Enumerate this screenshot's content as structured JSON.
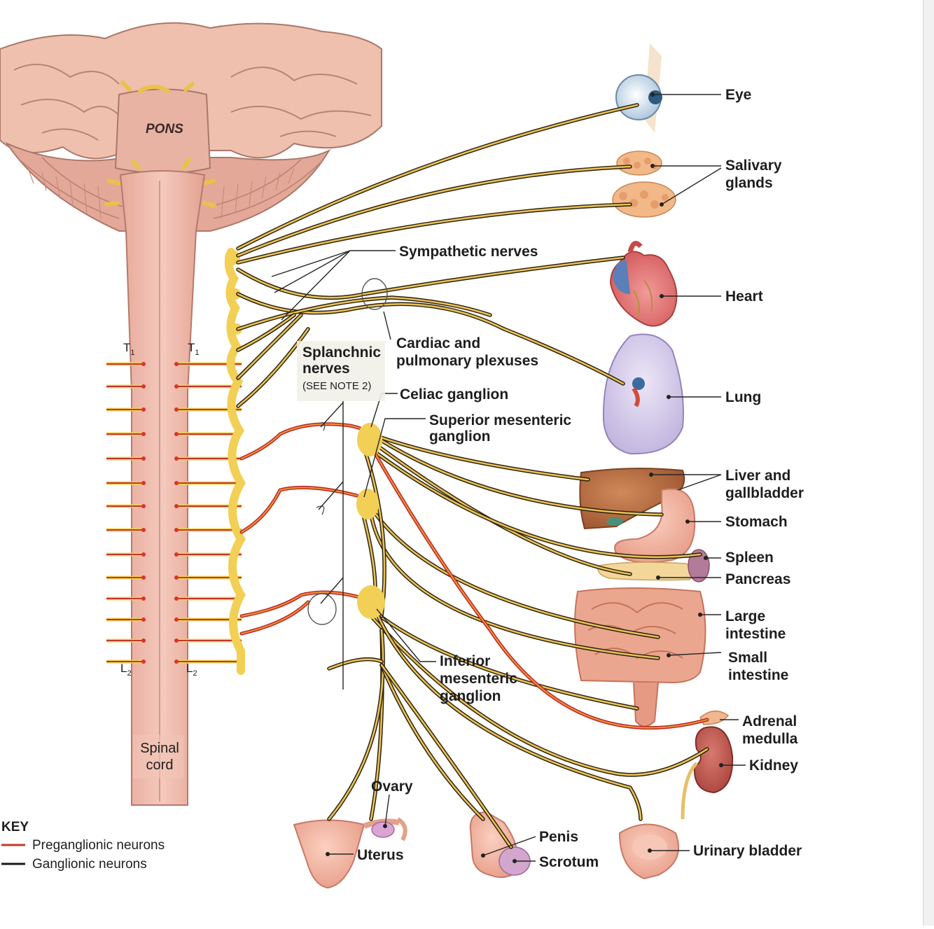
{
  "brain": {
    "pons_label": "PONS"
  },
  "spinal_cord": {
    "label_line1": "Spinal",
    "label_line2": "cord",
    "seg_t1_left": "T",
    "seg_t1_left_sub": "1",
    "seg_t1_right": "T",
    "seg_t1_right_sub": "1",
    "seg_l2_left": "L",
    "seg_l2_left_sub": "2",
    "seg_l2_right": "L",
    "seg_l2_right_sub": "2"
  },
  "structures": {
    "sympathetic_nerves": "Sympathetic nerves",
    "cardiac_line1": "Cardiac and",
    "cardiac_line2": "pulmonary plexuses",
    "splanchnic_line1": "Splanchnic",
    "splanchnic_line2": "nerves",
    "splanchnic_note": "(SEE NOTE 2)",
    "celiac": "Celiac ganglion",
    "sup_mes_line1": "Superior mesenteric",
    "sup_mes_line2": "ganglion",
    "inf_mes_line1": "Inferior",
    "inf_mes_line2": "mesenteric",
    "inf_mes_line3": "ganglion"
  },
  "organs": {
    "eye": "Eye",
    "salivary_line1": "Salivary",
    "salivary_line2": "glands",
    "heart": "Heart",
    "lung": "Lung",
    "liver_line1": "Liver and",
    "liver_line2": "gallbladder",
    "stomach": "Stomach",
    "spleen": "Spleen",
    "pancreas": "Pancreas",
    "large_line1": "Large",
    "large_line2": "intestine",
    "small_line1": "Small",
    "small_line2": "intestine",
    "adrenal_line1": "Adrenal",
    "adrenal_line2": "medulla",
    "kidney": "Kidney",
    "ovary": "Ovary",
    "uterus": "Uterus",
    "penis": "Penis",
    "scrotum": "Scrotum",
    "bladder": "Urinary bladder"
  },
  "key": {
    "title": "KEY",
    "pre": "Preganglionic neurons",
    "gang": "Ganglionic neurons",
    "pre_color": "#c0392b",
    "gang_color": "#1a1a1a"
  }
}
